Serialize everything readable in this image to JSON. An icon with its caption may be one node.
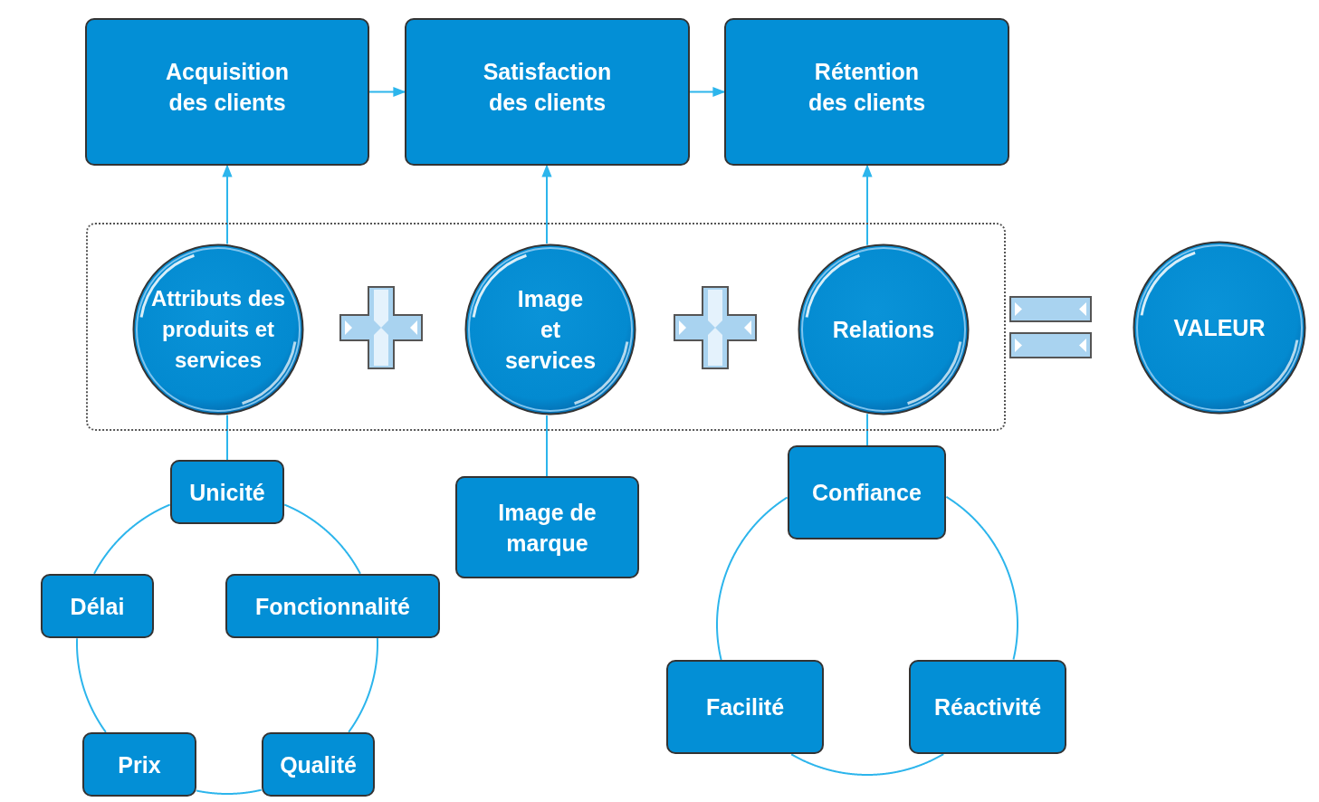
{
  "diagram": {
    "nodes": [
      {
        "text": [
          "Acquisition des clients"
        ]
      },
      {
        "text": [
          "Satisfaction des clients"
        ]
      },
      {
        "text": [
          "Rétention des clients"
        ]
      },
      {
        "text": [],
        "shape": "box"
      },
      {
        "text": [
          "Attributs des produits et services"
        ],
        "in": 3
      },
      {
        "text": [
          "Image et services"
        ],
        "in": 3
      },
      {
        "text": [
          "Relations"
        ],
        "in": 3
      },
      {
        "text": [
          "VALEUR"
        ]
      },
      {
        "text": [
          "Unicité"
        ]
      },
      {
        "text": [
          "Délai"
        ]
      },
      {
        "text": [
          "Fonctionnalité"
        ]
      },
      {
        "text": [
          "Prix"
        ]
      },
      {
        "text": [
          "Qualité"
        ]
      },
      {
        "text": [
          "Image de marque"
        ]
      },
      {
        "text": [
          "Confiance"
        ]
      },
      {
        "text": [
          "Facilité"
        ]
      },
      {
        "text": [
          "Réactivité"
        ]
      }
    ],
    "edges": [
      {
        "from": 0,
        "to": 1,
        "arrow": "to"
      },
      {
        "from": 1,
        "to": 2,
        "arrow": "to"
      },
      {
        "from": 4,
        "to": 0,
        "arrow": "to"
      },
      {
        "from": 5,
        "to": 1,
        "arrow": "to"
      },
      {
        "from": 6,
        "to": 2,
        "arrow": "to"
      },
      {
        "from": 8,
        "to": 4,
        "arrow": "none"
      },
      {
        "from": 13,
        "to": 5,
        "arrow": "none"
      },
      {
        "from": 14,
        "to": 6,
        "arrow": "none"
      },
      {
        "from": 8,
        "to": 10,
        "arrow": "none"
      },
      {
        "from": 10,
        "to": 12,
        "arrow": "none"
      },
      {
        "from": 12,
        "to": 11,
        "arrow": "none"
      },
      {
        "from": 11,
        "to": 9,
        "arrow": "none"
      },
      {
        "from": 9,
        "to": 8,
        "arrow": "none"
      },
      {
        "from": 14,
        "to": 16,
        "arrow": "none"
      },
      {
        "from": 16,
        "to": 15,
        "arrow": "none"
      },
      {
        "from": 15,
        "to": 14,
        "arrow": "none"
      }
    ]
  }
}
